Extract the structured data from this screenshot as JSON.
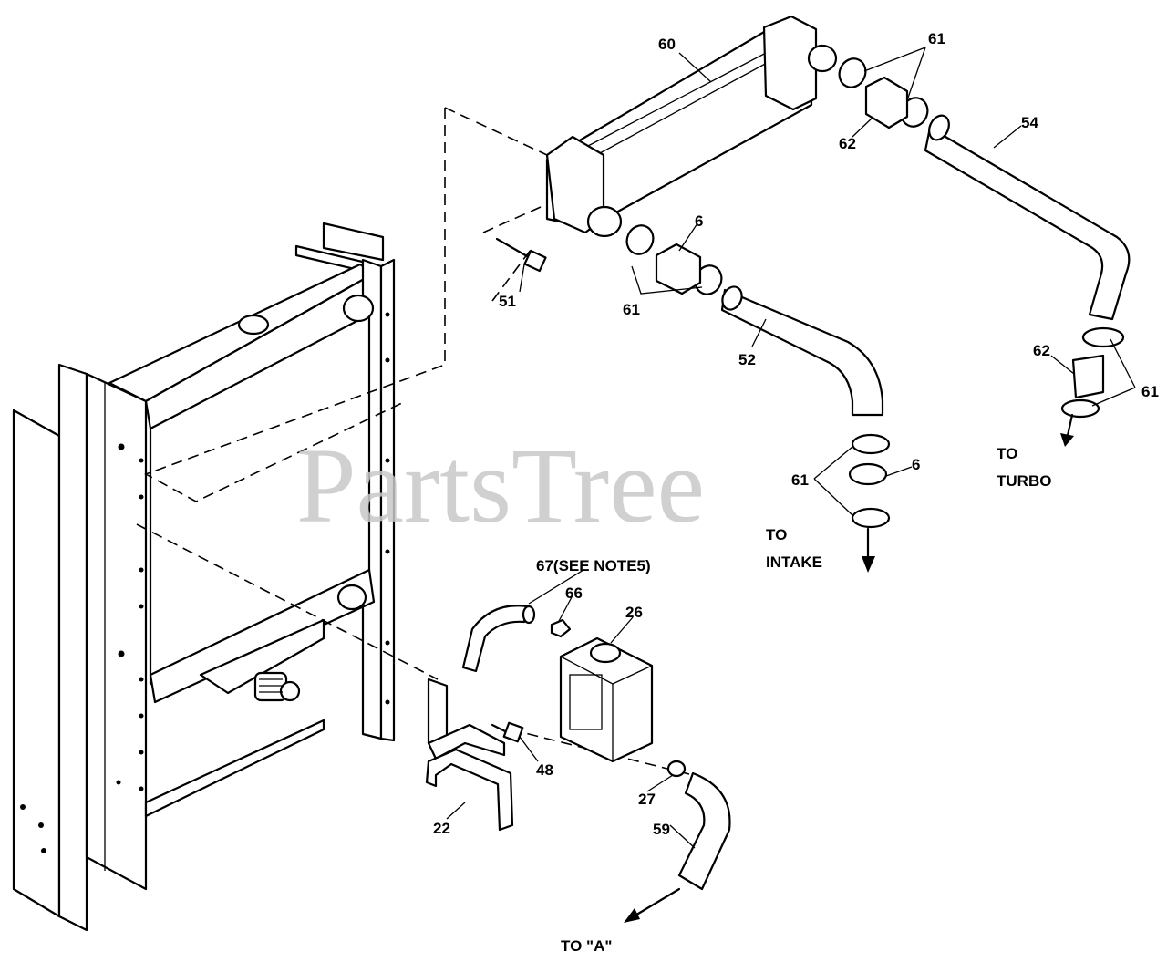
{
  "watermark": "PartsTree",
  "labels": {
    "p60": "60",
    "p61a": "61",
    "p62a": "62",
    "p54": "54",
    "p6a": "6",
    "p51": "51",
    "p61b": "61",
    "p52": "52",
    "p62b": "62",
    "p61c": "61",
    "p61d": "61",
    "p6b": "6",
    "p67": "67(SEE NOTE5)",
    "p66": "66",
    "p26": "26",
    "p48": "48",
    "p27": "27",
    "p22": "22",
    "p59": "59"
  },
  "callouts": {
    "to_turbo_1": "TO",
    "to_turbo_2": "TURBO",
    "to_intake_1": "TO",
    "to_intake_2": "INTAKE",
    "to_a": "TO \"A\""
  }
}
